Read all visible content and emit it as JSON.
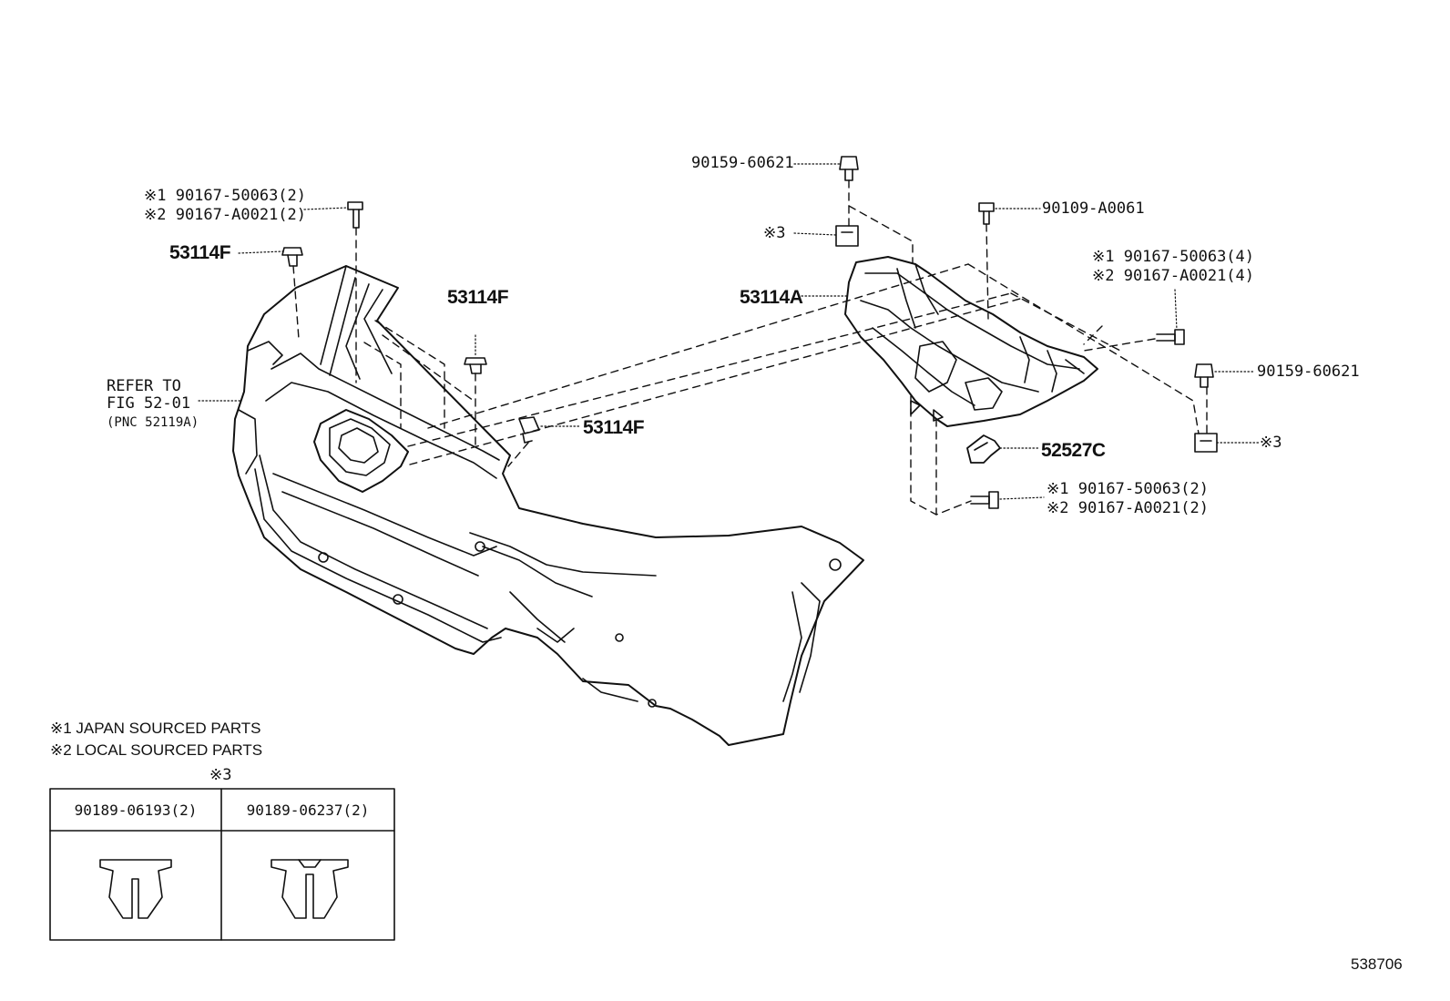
{
  "labels": {
    "bolt_top_center": "90159-60621",
    "bolt_left_a": "※1 90167-50063(2)",
    "bolt_left_b": "※2 90167-A0021(2)",
    "clip_left": "53114F",
    "clip_mid": "53114F",
    "clip_center": "53114F",
    "refer_line1": "REFER TO",
    "refer_line2": "FIG 52-01",
    "refer_line3": "(PNC 52119A)",
    "mark3_top": "※3",
    "bolt_top_right": "90109-A0061",
    "bracket": "53114A",
    "bolt_right_a": "※1 90167-50063(4)",
    "bolt_right_b": "※2 90167-A0021(4)",
    "bolt_far_right": "90159-60621",
    "mark3_right": "※3",
    "bracket_small": "52527C",
    "bolt_bottom_a": "※1 90167-50063(2)",
    "bolt_bottom_b": "※2 90167-A0021(2)"
  },
  "legend": {
    "note1": "※1 JAPAN SOURCED PARTS",
    "note2": "※2 LOCAL SOURCED PARTS",
    "table_header": "※3",
    "col1": "90189-06193(2)",
    "col2": "90189-06237(2)"
  },
  "figure_id": "538706",
  "colors": {
    "line": "#111111",
    "background": "#ffffff"
  }
}
